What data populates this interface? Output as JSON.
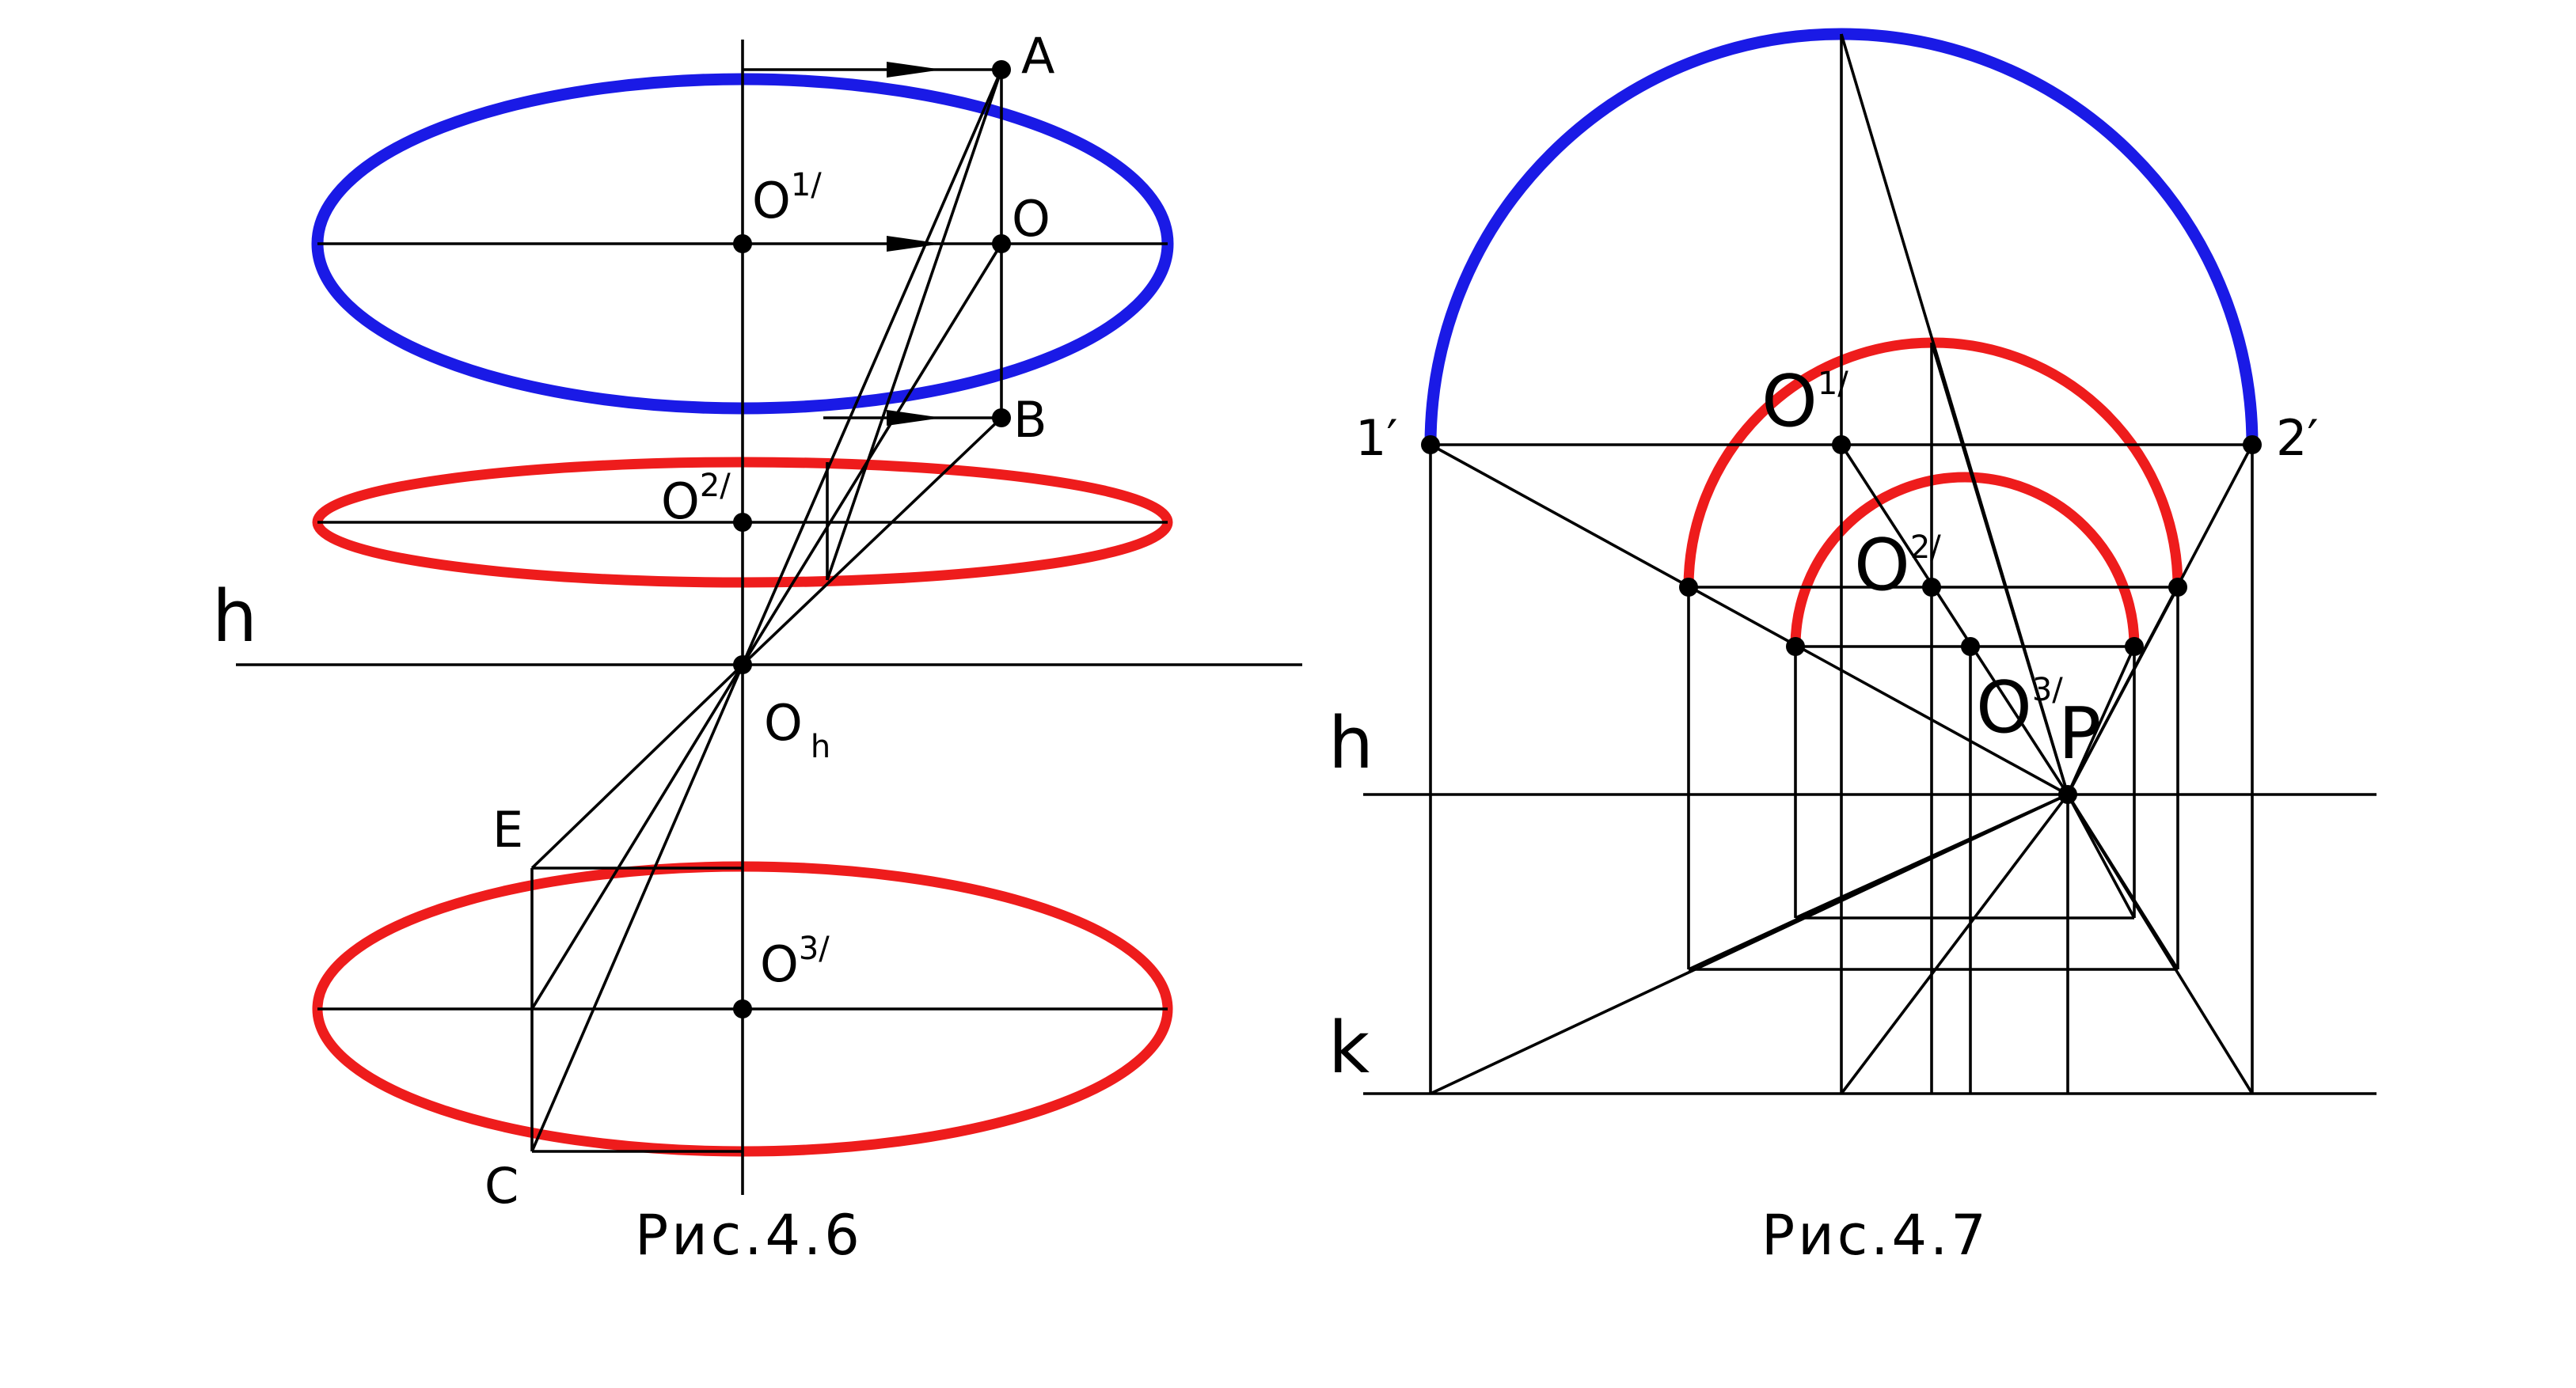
{
  "figures": [
    {
      "id": "fig-4-6",
      "caption": "Рис.4.6",
      "labels": {
        "A": "A",
        "O": "O",
        "B": "B",
        "E": "E",
        "C": "C",
        "h": "h",
        "O1_base": "O",
        "O1_sup": "1/",
        "O2_base": "O",
        "O2_sup": "2/",
        "O3_base": "O",
        "O3_sup": "3/",
        "Oh_base": "O",
        "Oh_sub": "h"
      }
    },
    {
      "id": "fig-4-7",
      "caption": "Рис.4.7",
      "labels": {
        "p1": "1′",
        "p2": "2′",
        "h": "h",
        "k": "k",
        "P": "P",
        "O1_base": "O",
        "O1_sup": "1/",
        "O2_base": "O",
        "O2_sup": "2/",
        "O3_base": "O",
        "O3_sup": "3/"
      }
    }
  ],
  "colors": {
    "blue_curve": "#1a1ae6",
    "red_curve": "#ee1c1c",
    "construction_lines": "#000000"
  }
}
